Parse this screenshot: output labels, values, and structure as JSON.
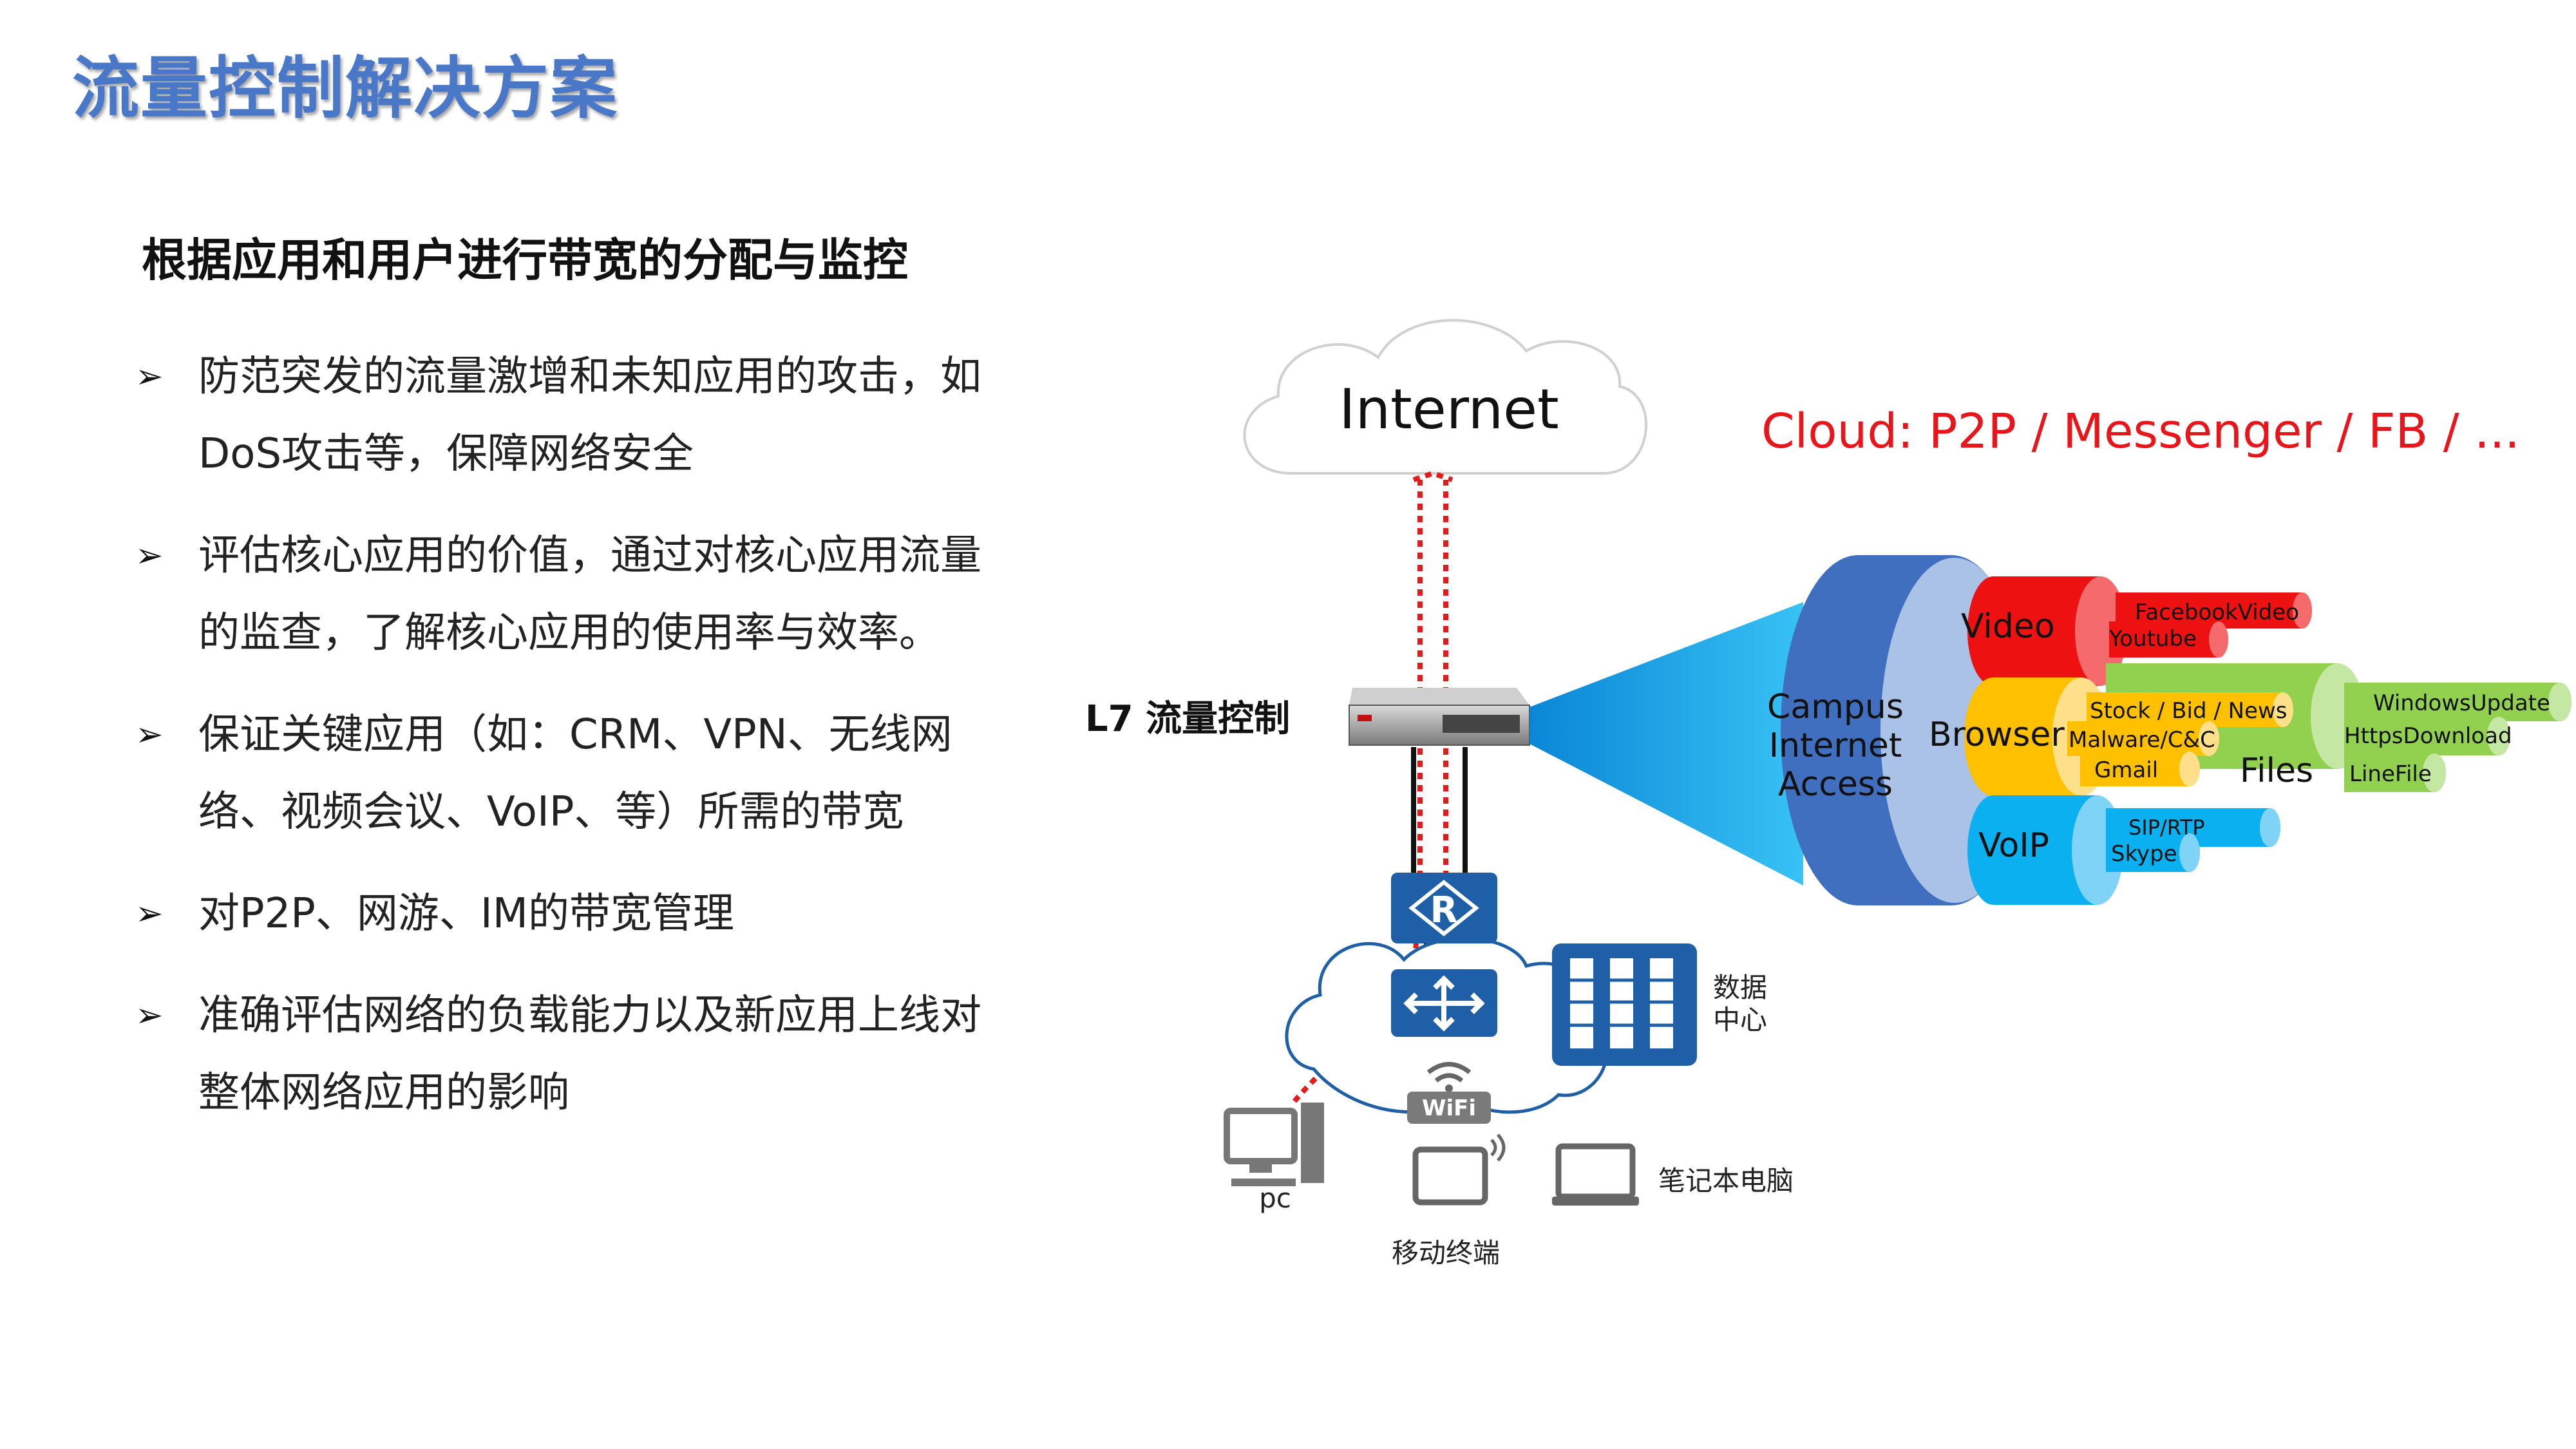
{
  "title": "流量控制解决方案",
  "subtitle": "根据应用和用户进行带宽的分配与监控",
  "bullets": [
    {
      "lines": [
        "防范突发的流量激增和未知应用的攻击，如",
        "DoS攻击等，保障网络安全"
      ]
    },
    {
      "lines": [
        "评估核心应用的价值，通过对核心应用流量",
        "的监查，了解核心应用的使用率与效率。"
      ]
    },
    {
      "lines": [
        "保证关键应用（如：CRM、VPN、无线网",
        "络、视频会议、VoIP、等）所需的带宽"
      ]
    },
    {
      "lines": [
        "对P2P、网游、IM的带宽管理"
      ]
    },
    {
      "lines": [
        "准确评估网络的负载能力以及新应用上线对",
        "整体网络应用的影响"
      ]
    }
  ],
  "diagram": {
    "internet_label": "Internet",
    "cloud_apps_label": "Cloud: P2P / Messenger / FB / ...",
    "l7_label": "L7 流量控制",
    "campus_label": [
      "Campus",
      "Internet",
      "Access"
    ],
    "pipes": {
      "video": "Video",
      "browser": "Browser",
      "voip": "VoIP",
      "files": "Files",
      "facebook_video": "FacebookVideo",
      "youtube": "Youtube",
      "stock": "Stock / Bid / News",
      "malware": "Malware/C&C",
      "gmail": "Gmail",
      "sip": "SIP/RTP",
      "skype": "Skype",
      "windows_update": "WindowsUpdate",
      "https_download": "HttpsDownload",
      "line_file": "LineFile"
    },
    "router_symbol": "R",
    "wifi_label": "WiFi",
    "datacenter_label": [
      "数据",
      "中心"
    ],
    "pc_label": "pc",
    "mobile_label": "移动终端",
    "laptop_label": "笔记本电脑"
  },
  "colors": {
    "title": "#4a78c8",
    "device_blue": "#1f5fa8",
    "campus_blue": "#3f6fbe",
    "video_red": "#ee1111",
    "browser_yellow": "#ffc000",
    "voip_cyan": "#0ab0f0",
    "files_green": "#92d050",
    "cloud_text_red": "#e8161a"
  }
}
